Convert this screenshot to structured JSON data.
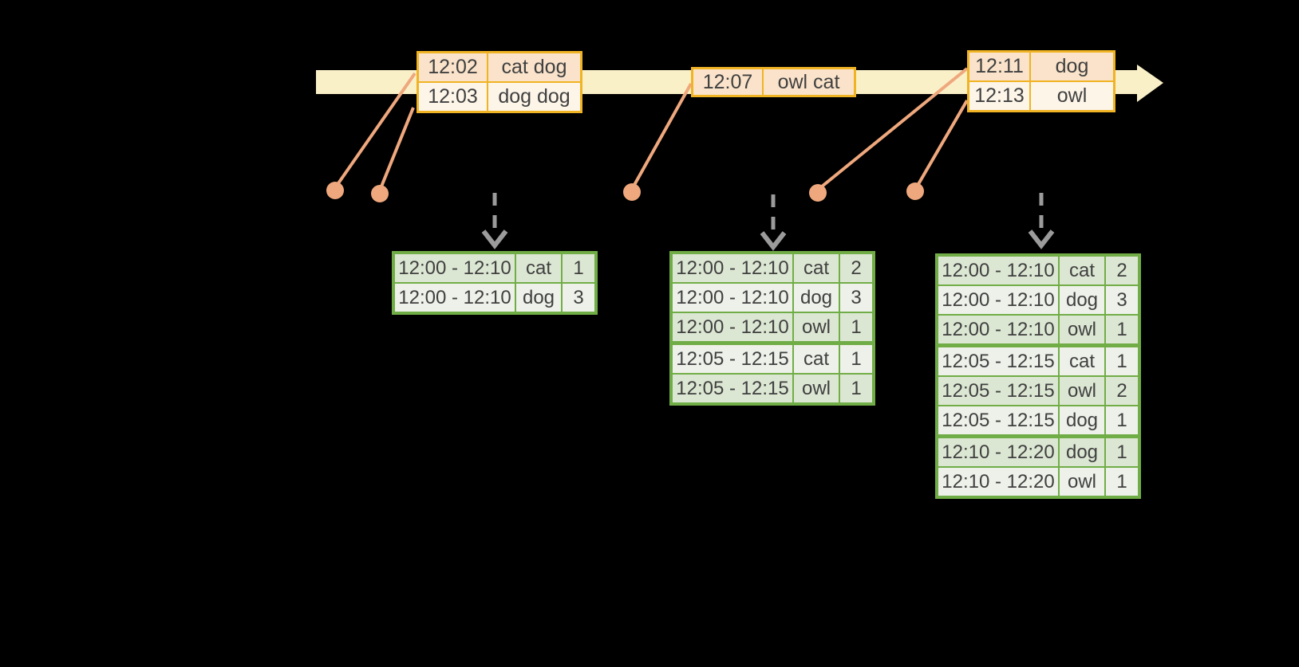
{
  "colors": {
    "background": "#000000",
    "timeline-band": "#FAF0C8",
    "event-border": "#F0B323",
    "event-row-a": "#FAE3CA",
    "event-row-b": "#FDF5E8",
    "result-border": "#71AD47",
    "result-row-a": "#DCE7D3",
    "result-row-b": "#EDF1E9",
    "connector": "#EFA87D",
    "trigger-arrow": "#9B9B9B",
    "text": "#404040"
  },
  "timeline": {
    "batches": [
      {
        "rows": [
          {
            "time": "12:02",
            "words": "cat dog"
          },
          {
            "time": "12:03",
            "words": "dog dog"
          }
        ]
      },
      {
        "rows": [
          {
            "time": "12:07",
            "words": "owl cat"
          }
        ]
      },
      {
        "rows": [
          {
            "time": "12:11",
            "words": "dog"
          },
          {
            "time": "12:13",
            "words": "owl"
          }
        ]
      }
    ]
  },
  "result_tables": [
    {
      "rows": [
        {
          "window": "12:00 - 12:10",
          "word": "cat",
          "count": "1"
        },
        {
          "window": "12:00 - 12:10",
          "word": "dog",
          "count": "3"
        }
      ]
    },
    {
      "rows": [
        {
          "window": "12:00 - 12:10",
          "word": "cat",
          "count": "2"
        },
        {
          "window": "12:00 - 12:10",
          "word": "dog",
          "count": "3"
        },
        {
          "window": "12:00 - 12:10",
          "word": "owl",
          "count": "1"
        },
        {
          "window": "12:05 - 12:15",
          "word": "cat",
          "count": "1"
        },
        {
          "window": "12:05 - 12:15",
          "word": "owl",
          "count": "1"
        }
      ]
    },
    {
      "rows": [
        {
          "window": "12:00 - 12:10",
          "word": "cat",
          "count": "2"
        },
        {
          "window": "12:00 - 12:10",
          "word": "dog",
          "count": "3"
        },
        {
          "window": "12:00 - 12:10",
          "word": "owl",
          "count": "1"
        },
        {
          "window": "12:05 - 12:15",
          "word": "cat",
          "count": "1"
        },
        {
          "window": "12:05 - 12:15",
          "word": "owl",
          "count": "2"
        },
        {
          "window": "12:05 - 12:15",
          "word": "dog",
          "count": "1"
        },
        {
          "window": "12:10 - 12:20",
          "word": "dog",
          "count": "1"
        },
        {
          "window": "12:10 - 12:20",
          "word": "owl",
          "count": "1"
        }
      ]
    }
  ]
}
